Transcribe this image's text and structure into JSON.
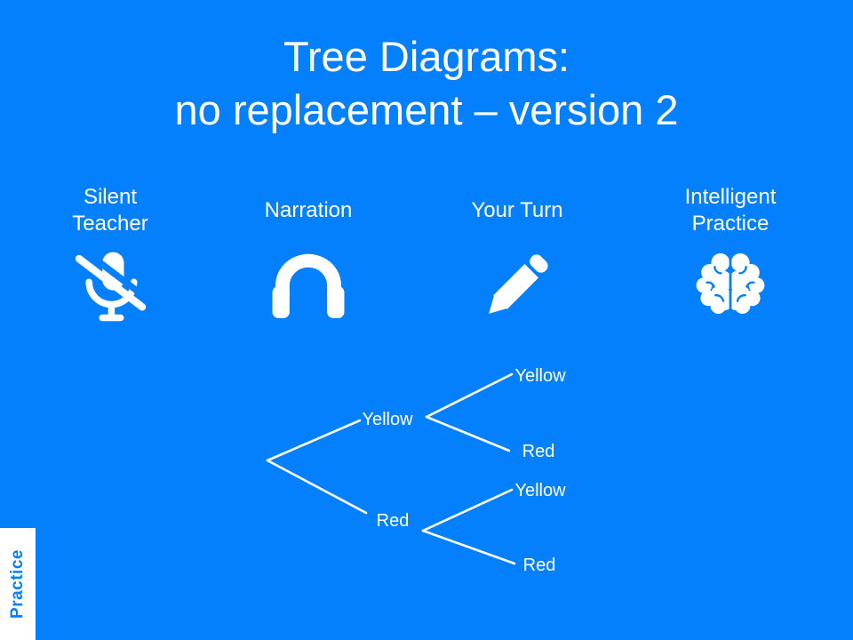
{
  "colors": {
    "background": "#0580FC",
    "foreground": "#FFFFFF",
    "tab_background": "#FFFFFF",
    "tab_text": "#0580FC"
  },
  "title": {
    "line1": "Tree Diagrams:",
    "line2": "no replacement – version 2"
  },
  "modes": [
    {
      "label": "Silent Teacher",
      "icon": "microphone-muted-icon"
    },
    {
      "label": "Narration",
      "icon": "headphones-icon"
    },
    {
      "label": "Your Turn",
      "icon": "pencil-icon"
    },
    {
      "label": "Intelligent Practice",
      "icon": "brain-icon"
    }
  ],
  "tree_diagram": {
    "branches": [
      {
        "label": "Yellow",
        "children": [
          "Yellow",
          "Red"
        ]
      },
      {
        "label": "Red",
        "children": [
          "Yellow",
          "Red"
        ]
      }
    ]
  },
  "footer": {
    "tab_label": "Practice"
  }
}
